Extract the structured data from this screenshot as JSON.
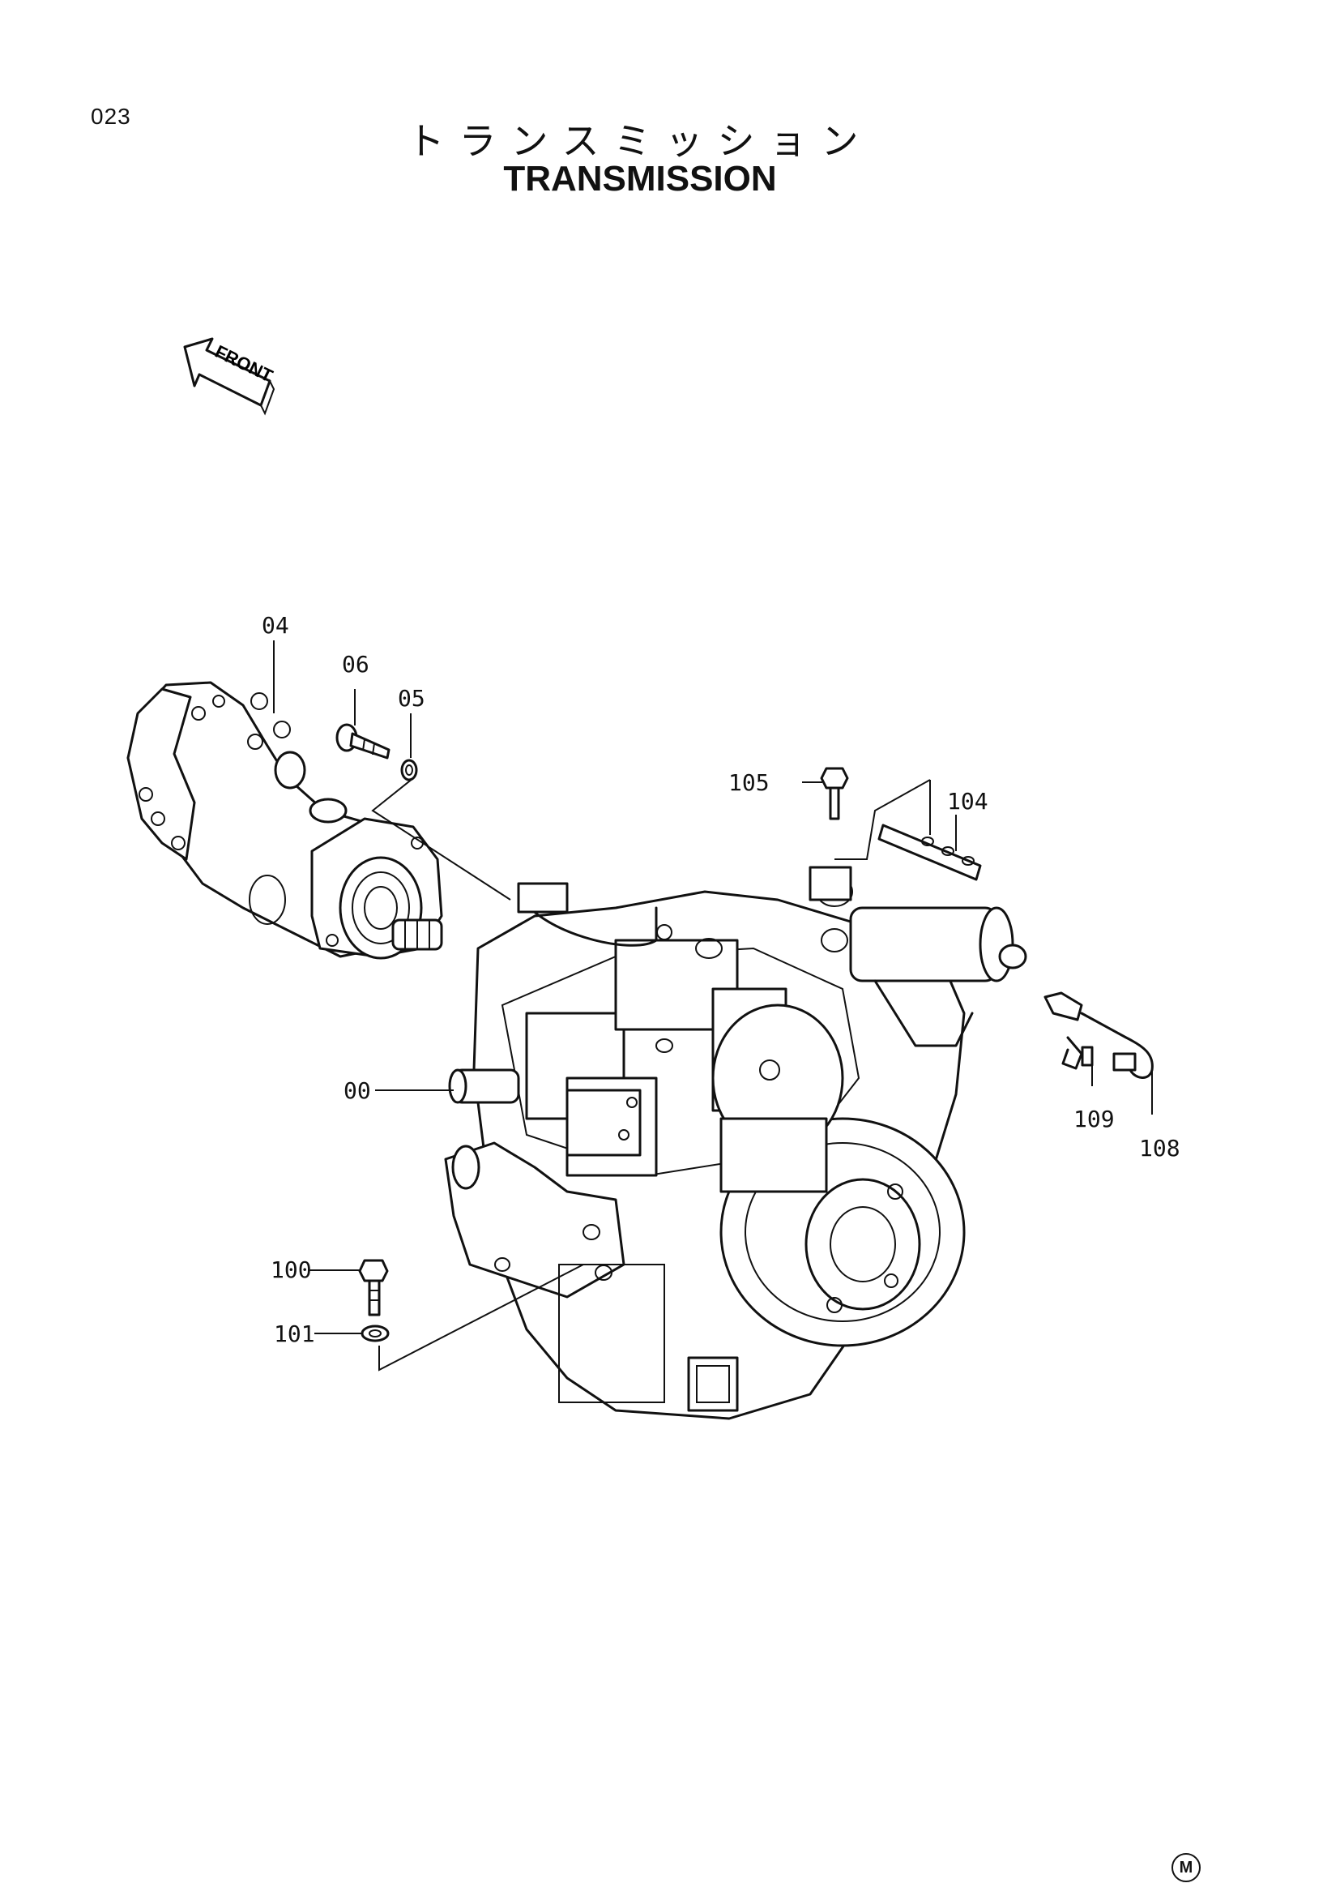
{
  "page": {
    "number": "023"
  },
  "title": {
    "japanese": "トランスミッション",
    "english": "TRANSMISSION"
  },
  "front_arrow": {
    "label": "FRONT"
  },
  "parts": [
    {
      "id": "04",
      "label": "04"
    },
    {
      "id": "06",
      "label": "06"
    },
    {
      "id": "05",
      "label": "05"
    },
    {
      "id": "105",
      "label": "105"
    },
    {
      "id": "104",
      "label": "104"
    },
    {
      "id": "00",
      "label": "00"
    },
    {
      "id": "109",
      "label": "109"
    },
    {
      "id": "108",
      "label": "108"
    },
    {
      "id": "100",
      "label": "100"
    },
    {
      "id": "101",
      "label": "101"
    }
  ],
  "corner_mark": "M"
}
